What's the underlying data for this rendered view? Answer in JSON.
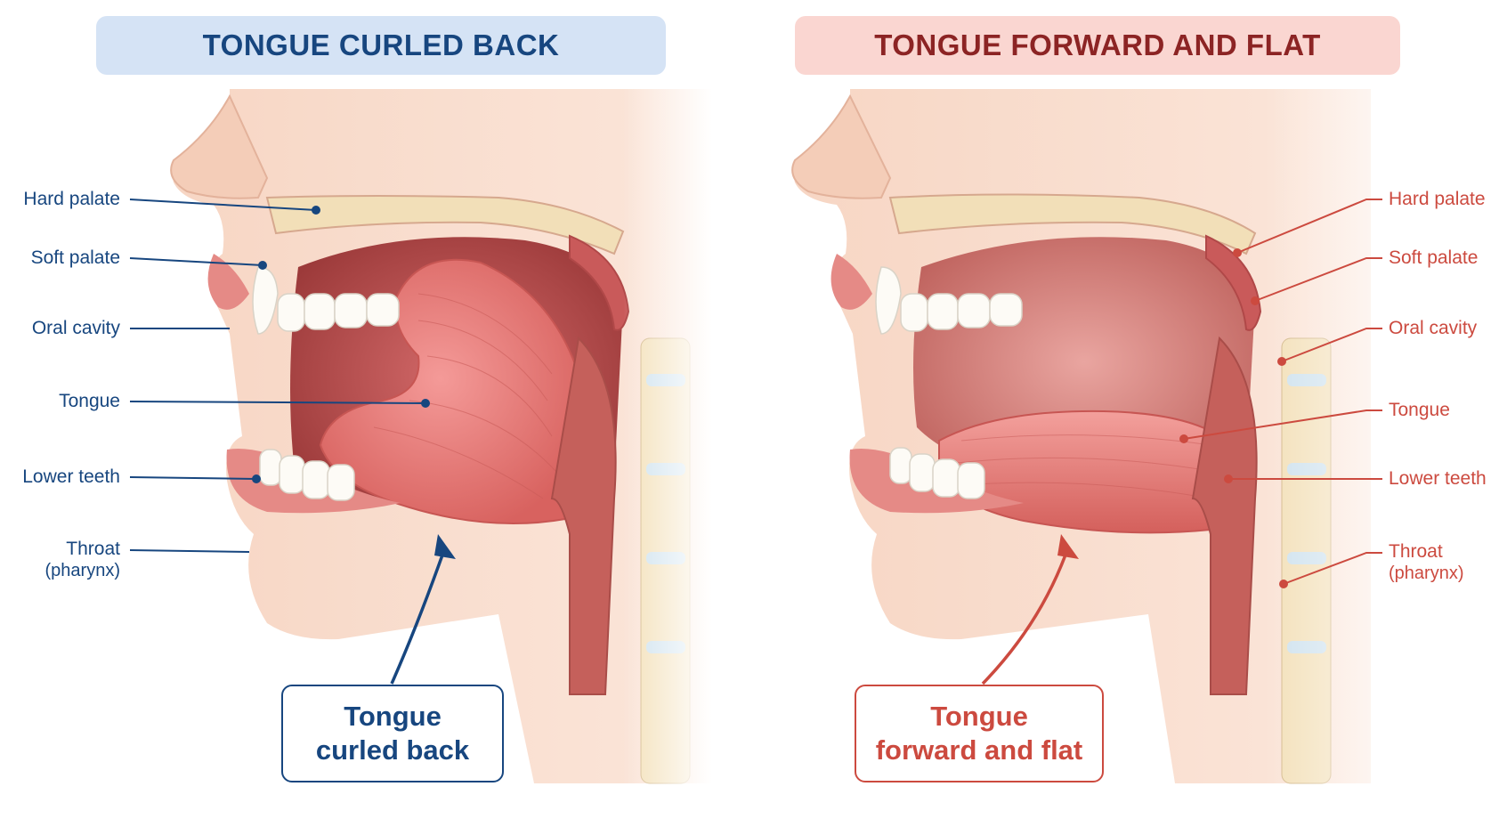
{
  "panels": {
    "left": {
      "title": "TONGUE CURLED BACK",
      "accent": "#17467f",
      "banner_bg": "#d5e3f5",
      "labels": {
        "hard_palate": "Hard palate",
        "soft_palate": "Soft palate",
        "oral_cavity": "Oral cavity",
        "tongue": "Tongue",
        "lower_teeth": "Lower teeth",
        "throat": "Throat",
        "throat_sub": "(pharynx)"
      },
      "callout": {
        "line1": "Tongue",
        "line2": "curled back"
      }
    },
    "right": {
      "title": "TONGUE FORWARD AND FLAT",
      "accent": "#cc4a3f",
      "banner_bg": "#fad6d1",
      "labels": {
        "hard_palate": "Hard palate",
        "soft_palate": "Soft palate",
        "oral_cavity": "Oral cavity",
        "tongue": "Tongue",
        "lower_teeth": "Lower teeth",
        "throat": "Throat",
        "throat_sub": "(pharynx)"
      },
      "callout": {
        "line1": "Tongue",
        "line2": "forward and flat"
      }
    }
  }
}
